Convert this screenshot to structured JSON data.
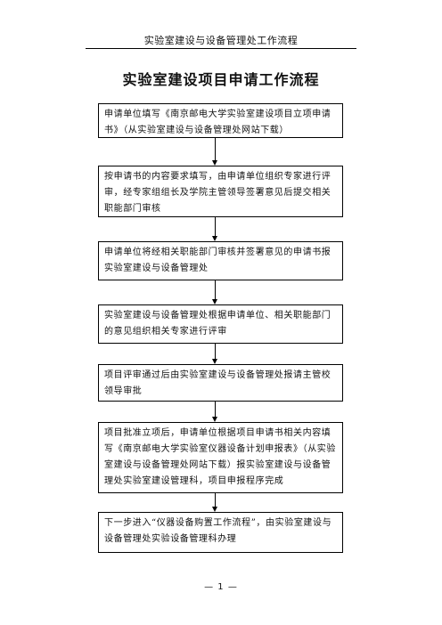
{
  "header": {
    "text": "实验室建设与设备管理处工作流程"
  },
  "title": "实验室建设项目申请工作流程",
  "steps": [
    "申请单位填写《南京邮电大学实验室建设项目立项申请书》（从实验室建设与设备管理处网站下载）",
    "按申请书的内容要求填写，由申请单位组织专家进行评审，经专家组组长及学院主管领导签署意见后提交相关职能部门审核",
    "申请单位将经相关职能部门审核并签署意见的申请书报实验室建设与设备管理处",
    "实验室建设与设备管理处根据申请单位、相关职能部门的意见组织相关专家进行评审",
    "项目评审通过后由实验室建设与设备管理处报请主管校领导审批",
    "项目批准立项后，申请单位根据项目申请书相关内容填写《南京邮电大学实验室仪器设备计划申报表》（从实验室建设与设备管理处网站下载）报实验室建设与设备管理处实验室建设管理科，项目申报程序完成",
    "下一步进入“仪器设备购置工作流程”，由实验室建设与设备管理处实验设备管理科办理"
  ],
  "footer": {
    "page": "— 1 —"
  }
}
